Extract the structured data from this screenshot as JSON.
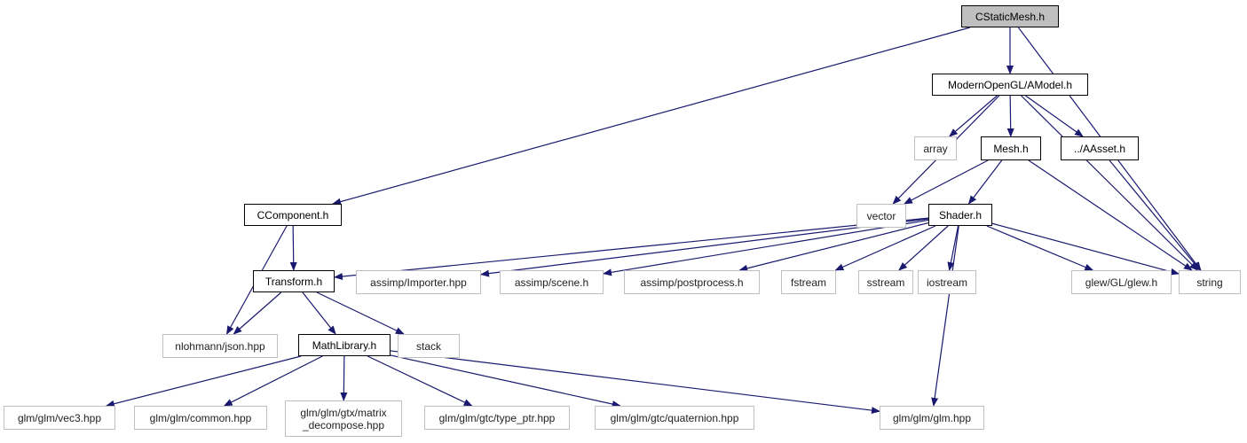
{
  "diagram": {
    "colors": {
      "edge": "#191970",
      "root_fill": "#bfbfbf",
      "internal_border": "#000000",
      "external_border": "#bfbfbf"
    },
    "nodes": [
      {
        "id": "cstaticmesh",
        "label": "CStaticMesh.h",
        "kind": "root"
      },
      {
        "id": "amodel",
        "label": "ModernOpenGL/AModel.h",
        "kind": "internal"
      },
      {
        "id": "array",
        "label": "array",
        "kind": "external"
      },
      {
        "id": "mesh",
        "label": "Mesh.h",
        "kind": "internal"
      },
      {
        "id": "aasset",
        "label": "../AAsset.h",
        "kind": "internal"
      },
      {
        "id": "ccomponent",
        "label": "CComponent.h",
        "kind": "internal"
      },
      {
        "id": "vector",
        "label": "vector",
        "kind": "external"
      },
      {
        "id": "shader",
        "label": "Shader.h",
        "kind": "internal"
      },
      {
        "id": "transform",
        "label": "Transform.h",
        "kind": "internal"
      },
      {
        "id": "importer",
        "label": "assimp/Importer.hpp",
        "kind": "external"
      },
      {
        "id": "scene",
        "label": "assimp/scene.h",
        "kind": "external"
      },
      {
        "id": "postprocess",
        "label": "assimp/postprocess.h",
        "kind": "external"
      },
      {
        "id": "fstream",
        "label": "fstream",
        "kind": "external"
      },
      {
        "id": "sstream",
        "label": "sstream",
        "kind": "external"
      },
      {
        "id": "iostream",
        "label": "iostream",
        "kind": "external"
      },
      {
        "id": "glew",
        "label": "glew/GL/glew.h",
        "kind": "external"
      },
      {
        "id": "string",
        "label": "string",
        "kind": "external"
      },
      {
        "id": "json",
        "label": "nlohmann/json.hpp",
        "kind": "external"
      },
      {
        "id": "mathlib",
        "label": "MathLibrary.h",
        "kind": "internal"
      },
      {
        "id": "stack",
        "label": "stack",
        "kind": "external"
      },
      {
        "id": "vec3",
        "label": "glm/glm/vec3.hpp",
        "kind": "external"
      },
      {
        "id": "common",
        "label": "glm/glm/common.hpp",
        "kind": "external"
      },
      {
        "id": "matrix",
        "label": "glm/glm/gtx/matrix\n_decompose.hpp",
        "kind": "external"
      },
      {
        "id": "typeptr",
        "label": "glm/glm/gtc/type_ptr.hpp",
        "kind": "external"
      },
      {
        "id": "quaternion",
        "label": "glm/glm/gtc/quaternion.hpp",
        "kind": "external"
      },
      {
        "id": "glmhpp",
        "label": "glm/glm/glm.hpp",
        "kind": "external"
      }
    ],
    "edges": [
      [
        "cstaticmesh",
        "amodel"
      ],
      [
        "cstaticmesh",
        "ccomponent"
      ],
      [
        "cstaticmesh",
        "string"
      ],
      [
        "amodel",
        "vector"
      ],
      [
        "amodel",
        "array"
      ],
      [
        "amodel",
        "mesh"
      ],
      [
        "amodel",
        "aasset"
      ],
      [
        "amodel",
        "string"
      ],
      [
        "mesh",
        "vector"
      ],
      [
        "mesh",
        "shader"
      ],
      [
        "mesh",
        "string"
      ],
      [
        "aasset",
        "string"
      ],
      [
        "ccomponent",
        "transform"
      ],
      [
        "ccomponent",
        "json"
      ],
      [
        "shader",
        "transform"
      ],
      [
        "shader",
        "importer"
      ],
      [
        "shader",
        "scene"
      ],
      [
        "shader",
        "postprocess"
      ],
      [
        "shader",
        "fstream"
      ],
      [
        "shader",
        "sstream"
      ],
      [
        "shader",
        "iostream"
      ],
      [
        "shader",
        "glew"
      ],
      [
        "shader",
        "string"
      ],
      [
        "shader",
        "glmhpp"
      ],
      [
        "transform",
        "json"
      ],
      [
        "transform",
        "mathlib"
      ],
      [
        "transform",
        "stack"
      ],
      [
        "mathlib",
        "vec3"
      ],
      [
        "mathlib",
        "common"
      ],
      [
        "mathlib",
        "matrix"
      ],
      [
        "mathlib",
        "typeptr"
      ],
      [
        "mathlib",
        "quaternion"
      ],
      [
        "mathlib",
        "glmhpp"
      ]
    ]
  }
}
